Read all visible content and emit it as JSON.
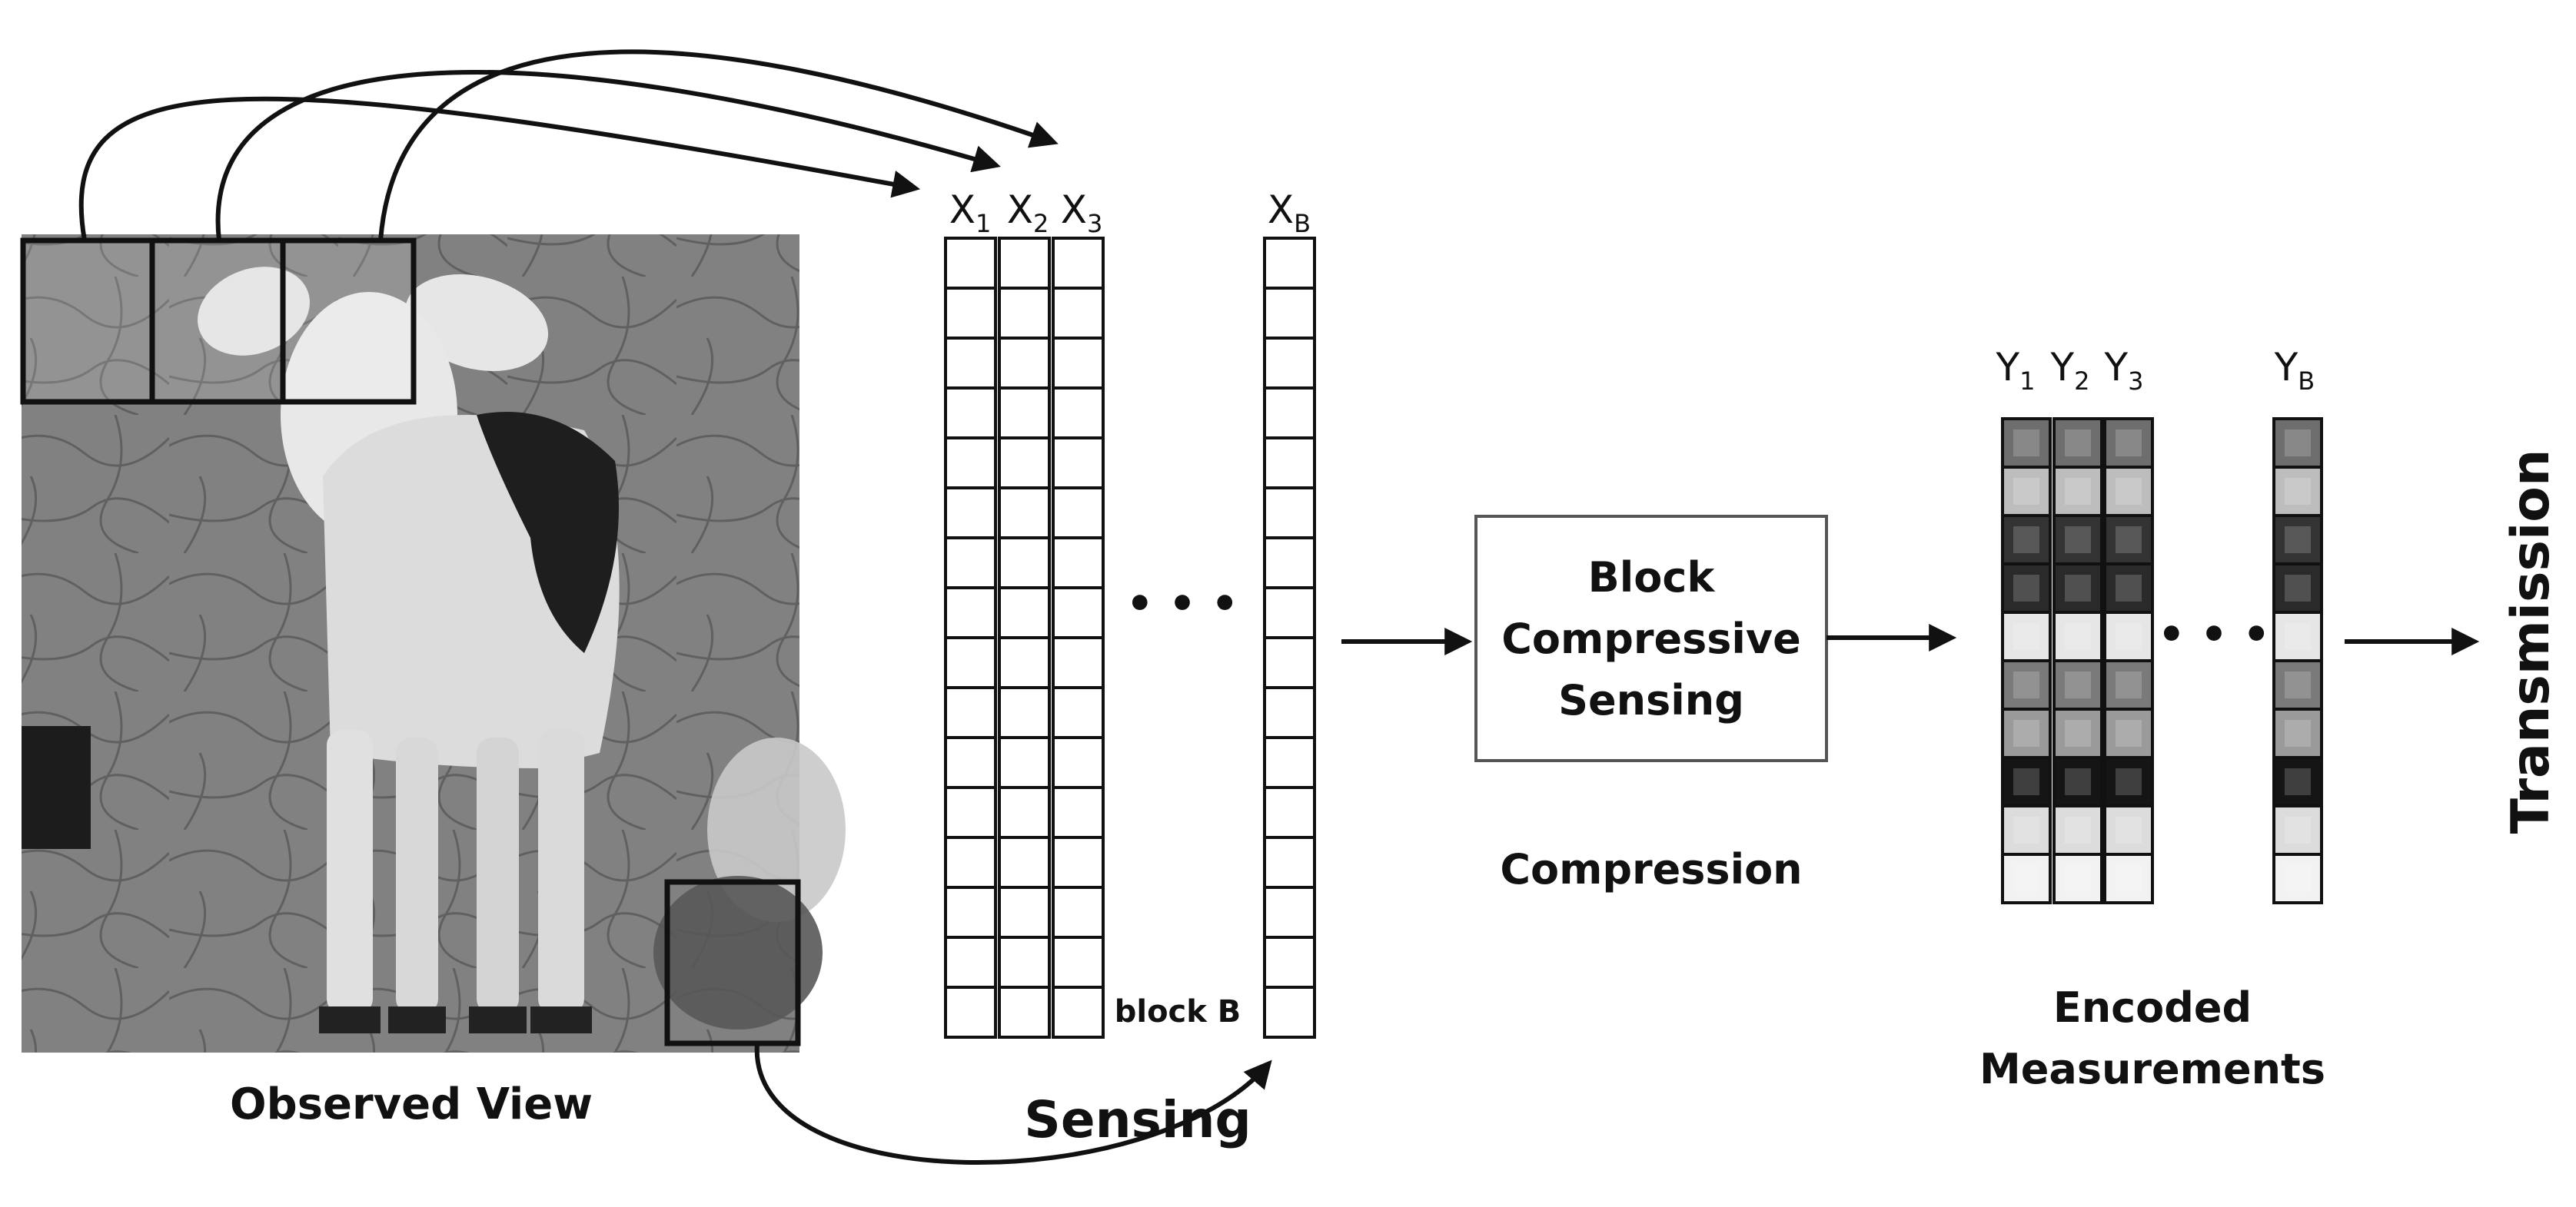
{
  "observed_view": {
    "caption": "Observed View"
  },
  "sensing": {
    "label": "Sensing",
    "block_label": "block B",
    "columns": [
      {
        "base": "X",
        "sub": "1"
      },
      {
        "base": "X",
        "sub": "2"
      },
      {
        "base": "X",
        "sub": "3"
      },
      {
        "base": "X",
        "sub": "B"
      }
    ],
    "ellipsis": "• • •"
  },
  "compression": {
    "box_line1": "Block",
    "box_line2": "Compressive",
    "box_line3": "Sensing",
    "label": "Compression"
  },
  "measurements": {
    "columns": [
      {
        "base": "Y",
        "sub": "1"
      },
      {
        "base": "Y",
        "sub": "2"
      },
      {
        "base": "Y",
        "sub": "3"
      },
      {
        "base": "Y",
        "sub": "B"
      }
    ],
    "label_line1": "Encoded",
    "label_line2": "Measurements",
    "ellipsis": "• • •",
    "cell_shades": [
      "#6e6e6e",
      "#bdbdbd",
      "#333333",
      "#2a2a2a",
      "#e6e6e6",
      "#7a7a7a",
      "#9a9a9a",
      "#151515",
      "#dcdcdc",
      "#f2f2f2"
    ]
  },
  "output": {
    "label": "Transmission"
  }
}
